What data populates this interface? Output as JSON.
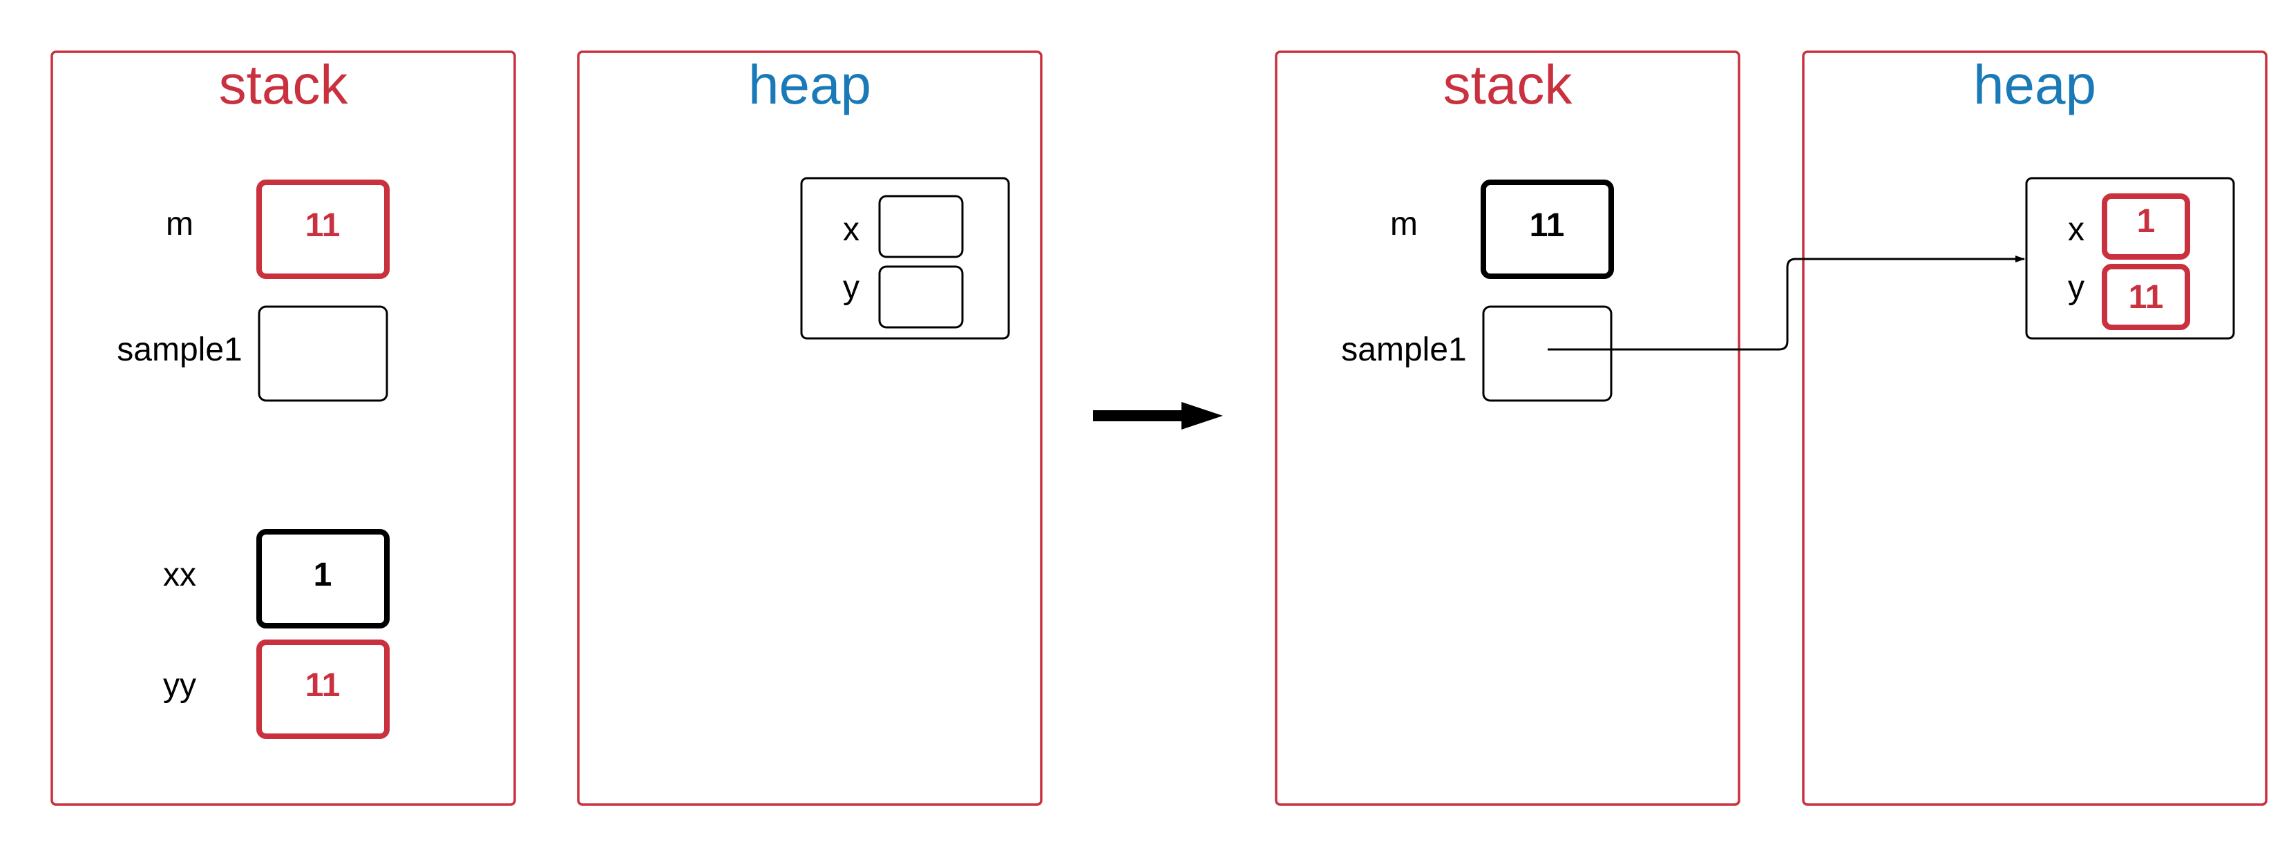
{
  "colors": {
    "stack": "#c9313f",
    "heap": "#1a7ab8",
    "black": "#000000"
  },
  "before": {
    "stack": {
      "title": "stack",
      "vars": [
        {
          "label": "m",
          "value": "11",
          "style": "bold-red"
        },
        {
          "label": "sample1",
          "value": "",
          "style": "thin"
        },
        {
          "label": "xx",
          "value": "1",
          "style": "bold-black"
        },
        {
          "label": "yy",
          "value": "11",
          "style": "bold-red"
        }
      ]
    },
    "heap": {
      "title": "heap",
      "object_fields": [
        {
          "label": "x",
          "value": ""
        },
        {
          "label": "y",
          "value": ""
        }
      ]
    }
  },
  "after": {
    "stack": {
      "title": "stack",
      "vars": [
        {
          "label": "m",
          "value": "11",
          "style": "bold-black"
        },
        {
          "label": "sample1",
          "value": "",
          "style": "thin"
        }
      ]
    },
    "heap": {
      "title": "heap",
      "object_fields": [
        {
          "label": "x",
          "value": "1",
          "style": "bold-red"
        },
        {
          "label": "y",
          "value": "11",
          "style": "bold-red"
        }
      ]
    }
  }
}
